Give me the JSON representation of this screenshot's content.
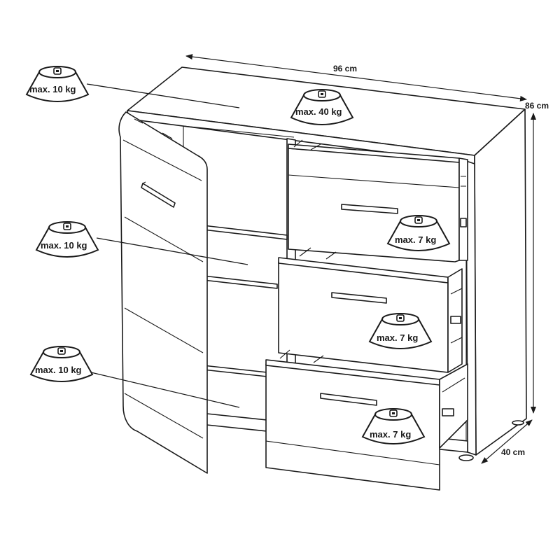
{
  "dimensions": {
    "width": "96 cm",
    "height": "86 cm",
    "depth": "40 cm"
  },
  "weights": {
    "top": "max. 40 kg",
    "shelf_top": "max. 10 kg",
    "shelf_middle": "max. 10 kg",
    "shelf_bottom": "max. 10 kg",
    "drawer_1": "max. 7 kg",
    "drawer_2": "max. 7 kg",
    "drawer_3": "max. 7 kg"
  }
}
